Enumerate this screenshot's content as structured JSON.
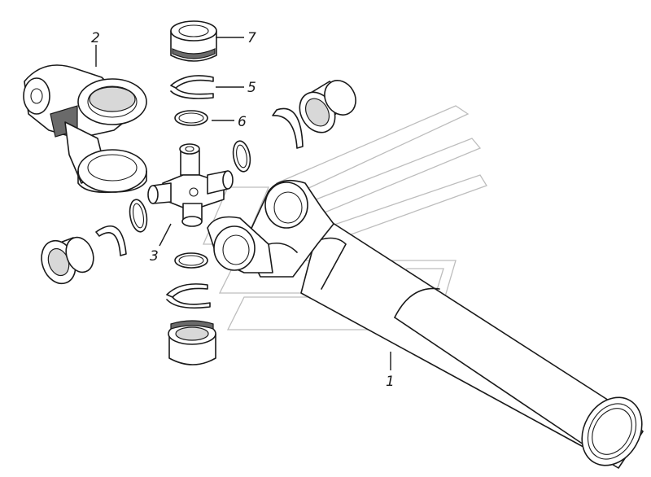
{
  "callouts": [
    {
      "id": "1",
      "text": "1",
      "part": "driveshaft-tube-with-yoke"
    },
    {
      "id": "2",
      "text": "2",
      "part": "flange-yoke"
    },
    {
      "id": "3",
      "text": "3",
      "part": "cross-spider"
    },
    {
      "id": "5",
      "text": "5",
      "part": "retaining-ring"
    },
    {
      "id": "6",
      "text": "6",
      "part": "o-ring-seal"
    },
    {
      "id": "7",
      "text": "7",
      "part": "needle-bearing-cup"
    }
  ],
  "colors": {
    "line": "#1a1a1a",
    "watermark": "#bdbdbd",
    "shade": "#d8d8d8",
    "dark": "#6a6a6a"
  }
}
